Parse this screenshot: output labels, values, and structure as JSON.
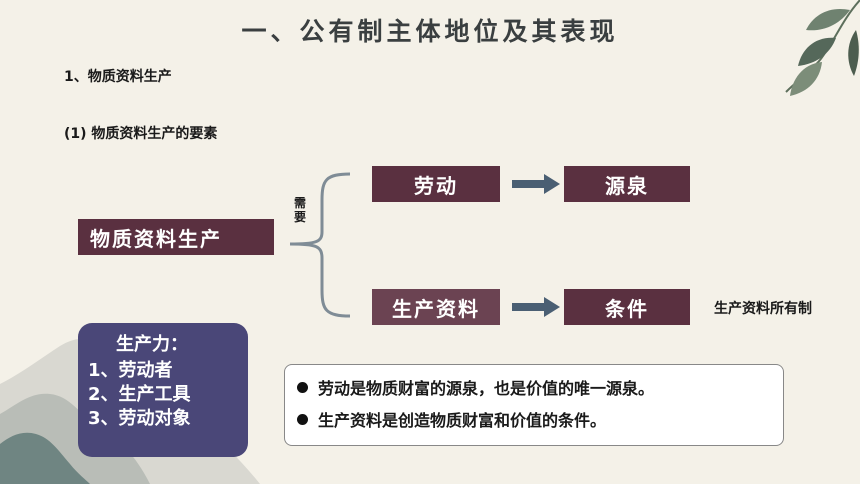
{
  "title": "一、公有制主体地位及其表现",
  "subheading_1": "1、物质资料生产",
  "subheading_2": "(1) 物质资料生产的要素",
  "diagram": {
    "root": "物质资料生产",
    "need_label": "需要",
    "top_factor": "劳动",
    "top_result": "源泉",
    "bottom_factor": "生产资料",
    "bottom_result": "条件",
    "bottom_note": "生产资料所有制"
  },
  "productive_forces": {
    "heading": "生产力：",
    "items": [
      "1、劳动者",
      "2、生产工具",
      "3、劳动对象"
    ]
  },
  "facts": [
    "劳动是物质财富的源泉，也是价值的唯一源泉。",
    "生产资料是创造物质财富和价值的条件。"
  ],
  "colors": {
    "box": "#5a3040",
    "panel": "#4a4778",
    "arrow": "#4a5f73"
  }
}
